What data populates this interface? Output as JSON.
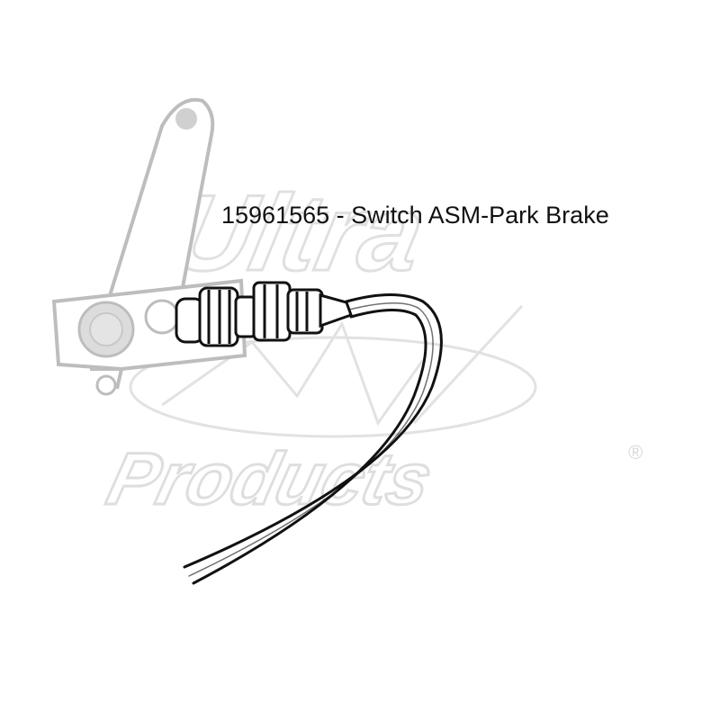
{
  "caption": "15961565 - Switch ASM-Park Brake",
  "watermark": {
    "brand_top": "Ultra",
    "brand_bottom": "Products",
    "registered_mark": "®",
    "color": "#e2e2e2"
  },
  "colors": {
    "line": "#111111",
    "faded_line": "#bdbdbd",
    "faded_fill": "#d6d6d6"
  }
}
